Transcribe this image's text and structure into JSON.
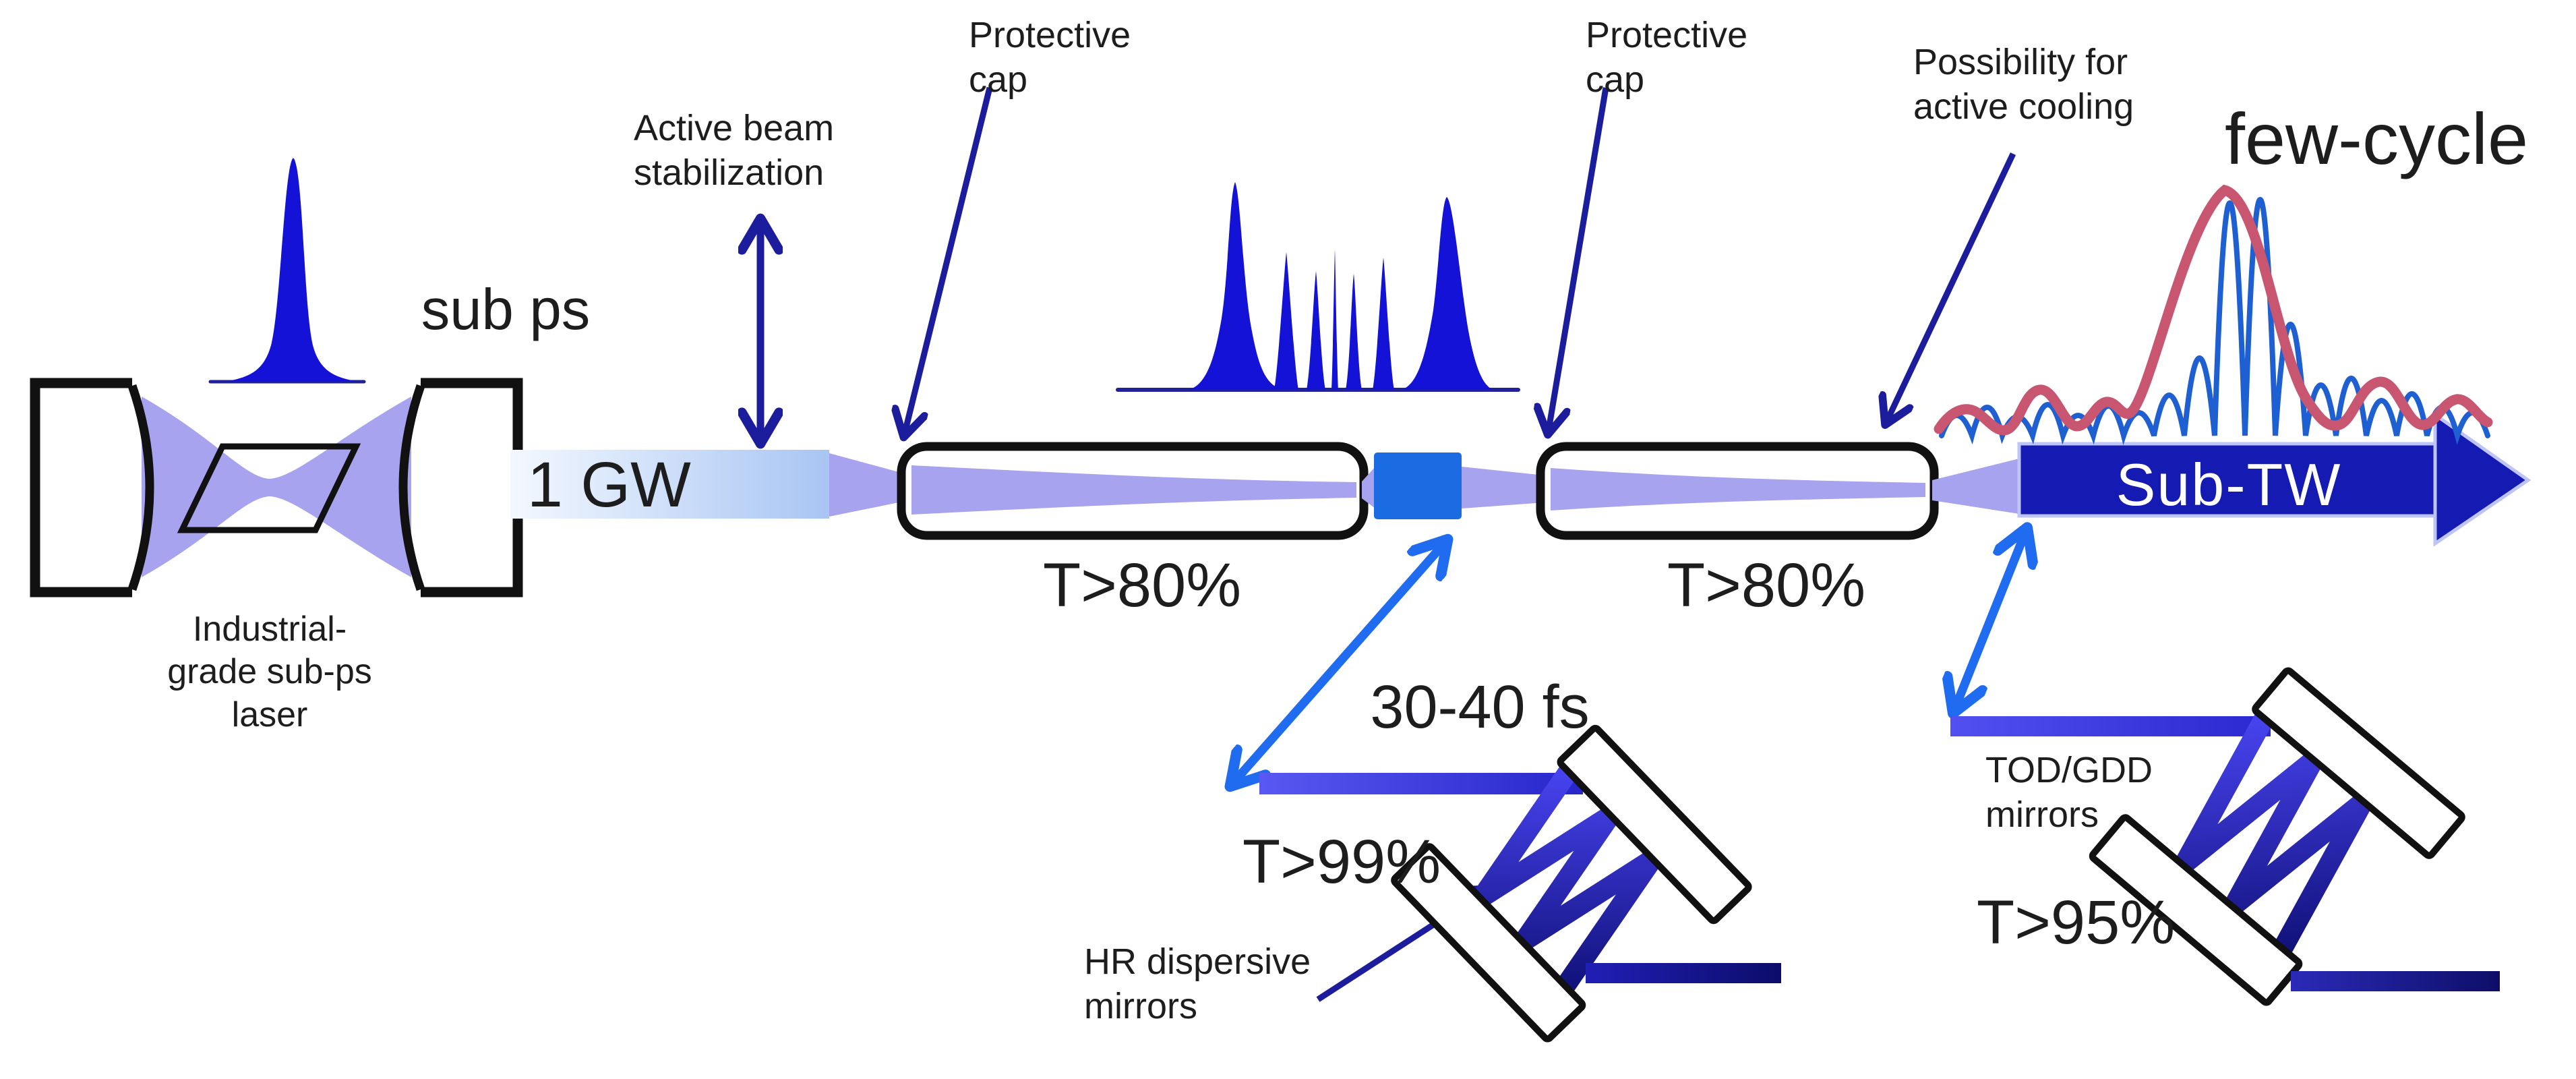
{
  "diagram": {
    "kind": "laser post-compression schematic"
  },
  "labels": {
    "pulse_duration_in": "sub ps",
    "laser_caption": [
      "Industrial-",
      "grade sub-ps",
      "laser"
    ],
    "power_in": "1 GW",
    "stabilization": [
      "Active beam",
      "stabilization"
    ],
    "protective_cap_1": [
      "Protective",
      "cap"
    ],
    "protective_cap_2": [
      "Protective",
      "cap"
    ],
    "transmission_stage1": "T>80%",
    "transmission_stage2": "T>80%",
    "pulse_duration_mid": "30-40 fs",
    "transmission_hr": "T>99%",
    "hr_mirrors": [
      "HR dispersive",
      "mirrors"
    ],
    "cooling": [
      "Possibility for",
      "active cooling"
    ],
    "pulse_few_cycle": "few-cycle",
    "power_out": "Sub-TW",
    "tod_mirrors": [
      "TOD/GDD",
      "mirrors"
    ],
    "transmission_tod": "T>95%"
  },
  "colors": {
    "pulse_fill": "#1412d6",
    "beam_periwinkle": "#a8a3ee",
    "gw_gradient_start": "#f3f8ff",
    "gw_gradient_end": "#a8c5f3",
    "navy_arrow": "#1c1d9c",
    "light_blue_arrow": "#1f6cf0",
    "nonlinear_square": "#1b6ce2",
    "sub_tw_fill": "#141ab2",
    "envelope_red": "#c95670",
    "carrier_blue": "#1e5fd2",
    "outline_black": "#111111",
    "text_black": "#1d1d1d"
  }
}
